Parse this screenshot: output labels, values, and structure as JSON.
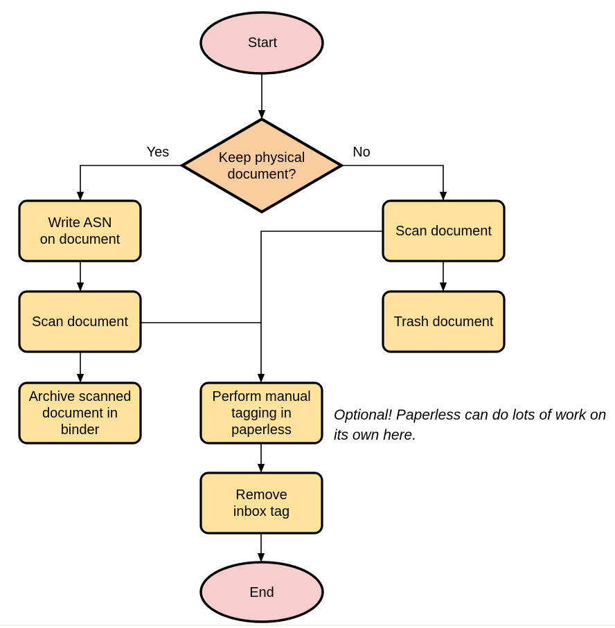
{
  "colors": {
    "terminal_fill": "#f6cecd",
    "decision_fill": "#fccd9e",
    "process_fill": "#ffe39b",
    "stroke": "#000000",
    "page_edge_line": "#f3f1e7"
  },
  "nodes": {
    "start": {
      "label": "Start",
      "type": "terminal"
    },
    "decision": {
      "label": "Keep physical\ndocument?",
      "type": "decision"
    },
    "write_asn": {
      "label": "Write ASN\non document",
      "type": "process"
    },
    "scan_left": {
      "label": "Scan document",
      "type": "process"
    },
    "archive": {
      "label": "Archive scanned\ndocument in\nbinder",
      "type": "process"
    },
    "scan_right": {
      "label": "Scan document",
      "type": "process"
    },
    "trash": {
      "label": "Trash document",
      "type": "process"
    },
    "tagging": {
      "label": "Perform manual\ntagging in\npaperless",
      "type": "process"
    },
    "remove_inbox": {
      "label": "Remove\ninbox tag",
      "type": "process"
    },
    "end": {
      "label": "End",
      "type": "terminal"
    }
  },
  "edge_labels": {
    "yes": "Yes",
    "no": "No"
  },
  "note": {
    "text": "Optional! Paperless can do lots of work on\nits own here."
  }
}
